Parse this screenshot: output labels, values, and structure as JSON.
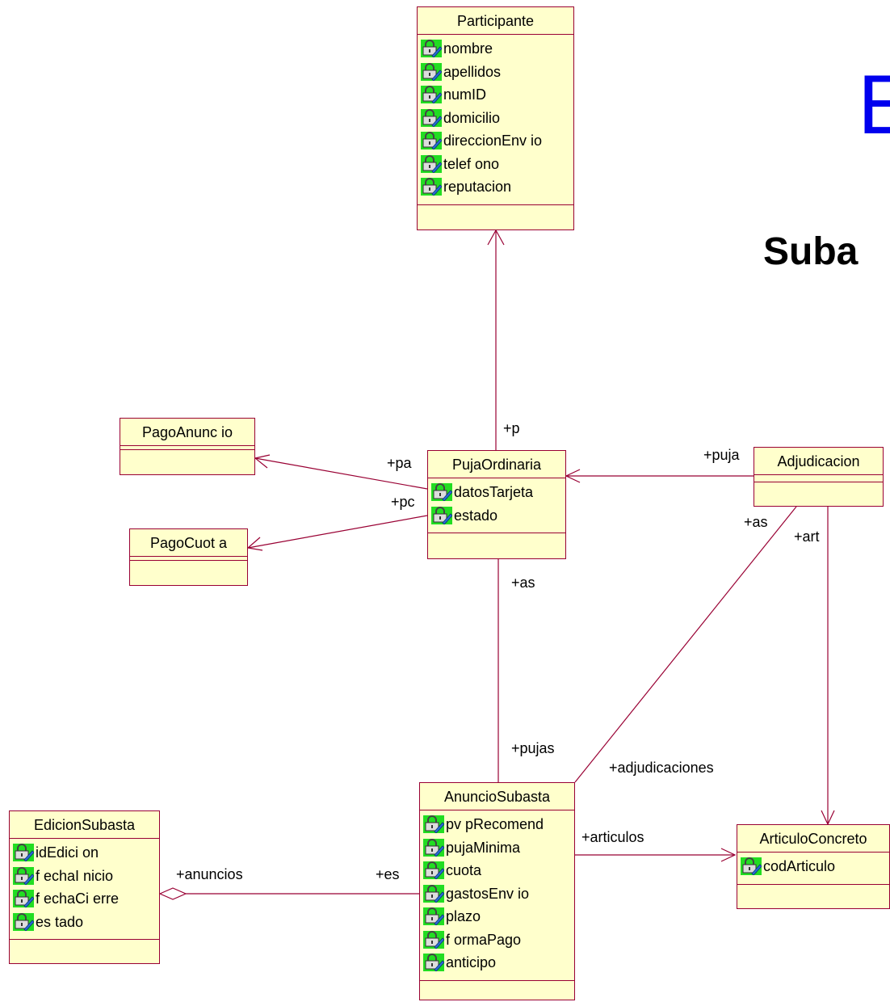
{
  "title_fragment": "E",
  "subtitle_fragment": "Suba",
  "colors": {
    "class_fill": "#ffffcc",
    "class_border": "#990033",
    "line": "#990033",
    "icon_bg": "#22dd22",
    "title": "#0000ee"
  },
  "classes": {
    "participante": {
      "name": "Participante",
      "attributes": [
        "nombre",
        "apellidos",
        "numID",
        "domicilio",
        "direccionEnv io",
        "telef ono",
        "reputacion"
      ]
    },
    "pago_anuncio": {
      "name": "PagoAnunc io",
      "attributes": []
    },
    "pago_cuota": {
      "name": "PagoCuot a",
      "attributes": []
    },
    "puja_ordinaria": {
      "name": "PujaOrdinaria",
      "attributes": [
        "datosTarjeta",
        "estado"
      ]
    },
    "adjudicacion": {
      "name": "Adjudicacion",
      "attributes": []
    },
    "edicion_subasta": {
      "name": "EdicionSubasta",
      "attributes": [
        "idEdici on",
        "f echaI nicio",
        "f echaCi erre",
        "es tado"
      ]
    },
    "anuncio_subasta": {
      "name": "AnuncioSubasta",
      "attributes": [
        "pv pRecomend",
        "pujaMinima",
        "cuota",
        "gastosEnv io",
        "plazo",
        "f ormaPago",
        "anticipo"
      ]
    },
    "articulo_concreto": {
      "name": "ArticuloConcreto",
      "attributes": [
        "codArticulo"
      ]
    }
  },
  "roles": {
    "p": "+p",
    "pa": "+pa",
    "pc": "+pc",
    "puja": "+puja",
    "as_adj": "+as",
    "art": "+art",
    "as_puja": "+as",
    "pujas": "+pujas",
    "adjudicaciones": "+adjudicaciones",
    "articulos": "+articulos",
    "anuncios": "+anuncios",
    "es": "+es"
  },
  "icons": {
    "attribute": "private-attribute-lock-icon"
  }
}
